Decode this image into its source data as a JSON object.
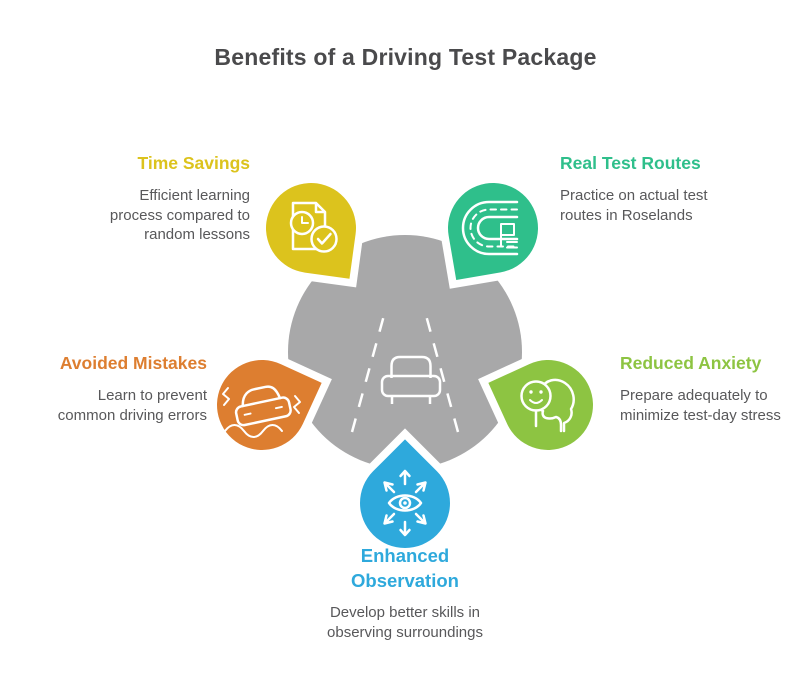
{
  "title": "Benefits of a Driving Test Package",
  "colors": {
    "title_text": "#4a4a4c",
    "body_text": "#58585a",
    "center_circle": "#a8a8a9",
    "yellow": "#dcc31d",
    "green": "#2fbf8b",
    "orange": "#dd7e30",
    "light_green": "#8dc442",
    "blue": "#2ea9dc"
  },
  "items": [
    {
      "id": "time-savings",
      "title": "Time Savings",
      "description": "Efficient learning\nprocess compared to\nrandom lessons",
      "color": "#dcc31d",
      "icon": "document-check-icon"
    },
    {
      "id": "real-test-routes",
      "title": "Real Test Routes",
      "description": "Practice on actual test\nroutes in Roselands",
      "color": "#2fbf8b",
      "icon": "route-icon"
    },
    {
      "id": "avoided-mistakes",
      "title": "Avoided Mistakes",
      "description": "Learn to prevent\ncommon driving errors",
      "color": "#dd7e30",
      "icon": "skidding-car-icon"
    },
    {
      "id": "reduced-anxiety",
      "title": "Reduced Anxiety",
      "description": "Prepare adequately to\nminimize test-day stress",
      "color": "#8dc442",
      "icon": "calm-mind-icon"
    },
    {
      "id": "enhanced-observation",
      "title": "Enhanced\nObservation",
      "description": "Develop better skills in\nobserving surroundings",
      "color": "#2ea9dc",
      "icon": "observation-eye-icon"
    }
  ],
  "center": {
    "icon": "road-with-car-icon"
  }
}
